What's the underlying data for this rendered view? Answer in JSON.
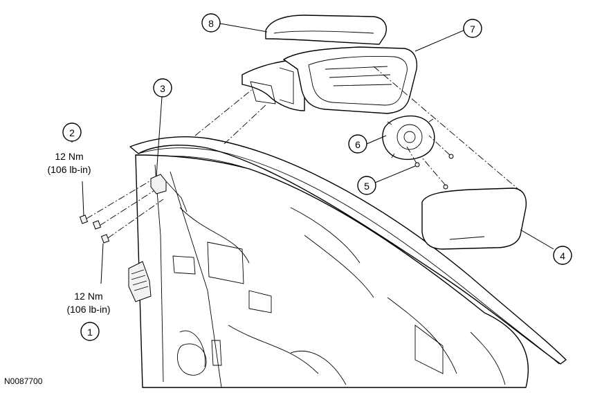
{
  "callouts": [
    {
      "id": "1",
      "label": "1"
    },
    {
      "id": "2",
      "label": "2"
    },
    {
      "id": "3",
      "label": "3"
    },
    {
      "id": "4",
      "label": "4"
    },
    {
      "id": "5",
      "label": "5"
    },
    {
      "id": "6",
      "label": "6"
    },
    {
      "id": "7",
      "label": "7"
    },
    {
      "id": "8",
      "label": "8"
    }
  ],
  "torque_upper": {
    "line1": "12 Nm",
    "line2": "(106 lb-in)"
  },
  "torque_lower": {
    "line1": "12 Nm",
    "line2": "(106 lb-in)"
  },
  "figure_id": "N0087700"
}
